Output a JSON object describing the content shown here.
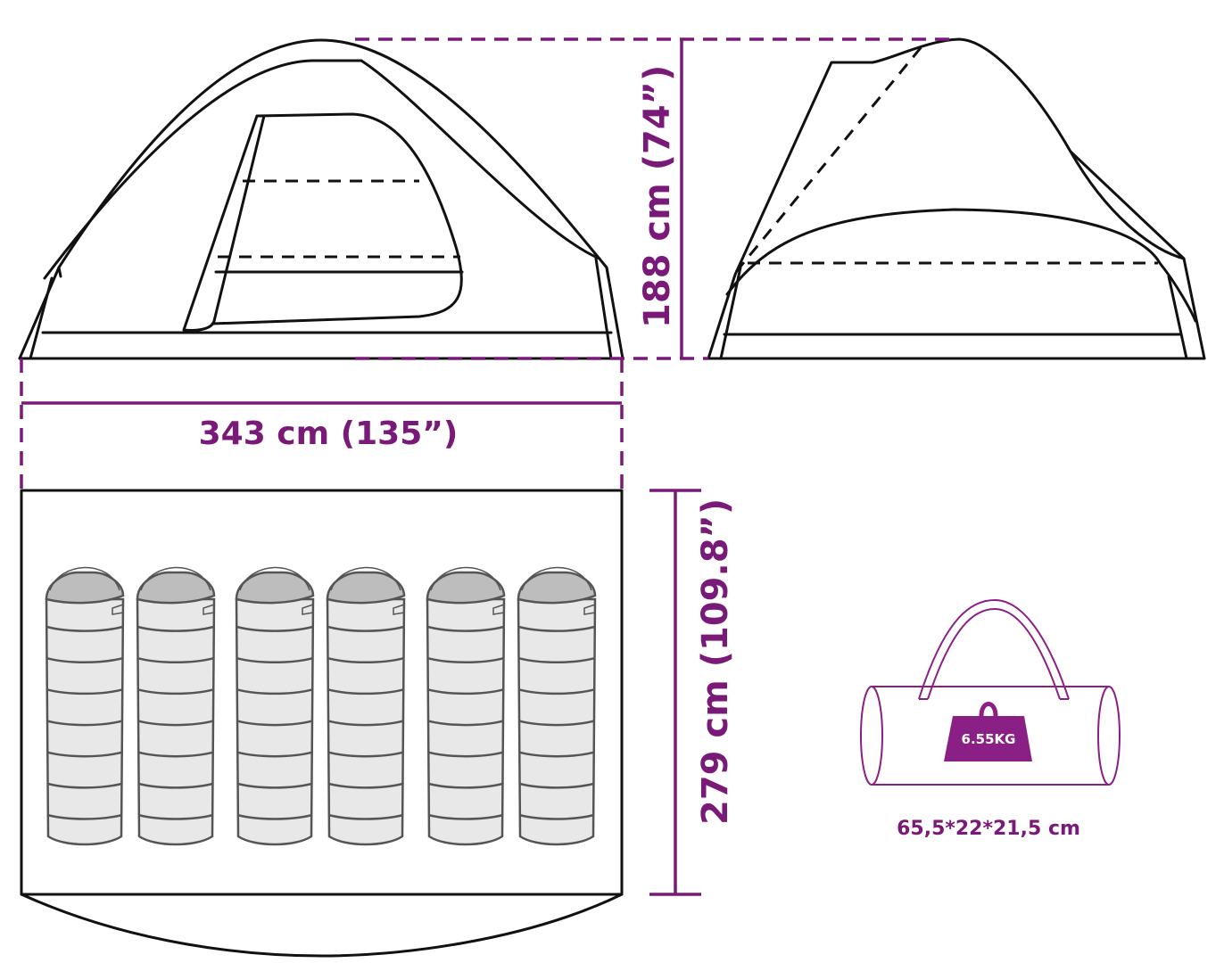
{
  "colors": {
    "accent": "#7a1a78",
    "outline": "#111111",
    "bag_fill": "#e8e8e8",
    "bag_head": "#bdbdbd"
  },
  "dimensions": {
    "height": "188 cm (74”)",
    "width": "343 cm (135”)",
    "depth": "279 cm (109.8”)"
  },
  "package": {
    "weight": "6.55KG",
    "size": "65,5*22*21,5 cm"
  },
  "views": [
    "front-view",
    "side-view",
    "floor-plan",
    "carry-bag"
  ],
  "floor_plan": {
    "sleeping_bag_count": 6
  }
}
